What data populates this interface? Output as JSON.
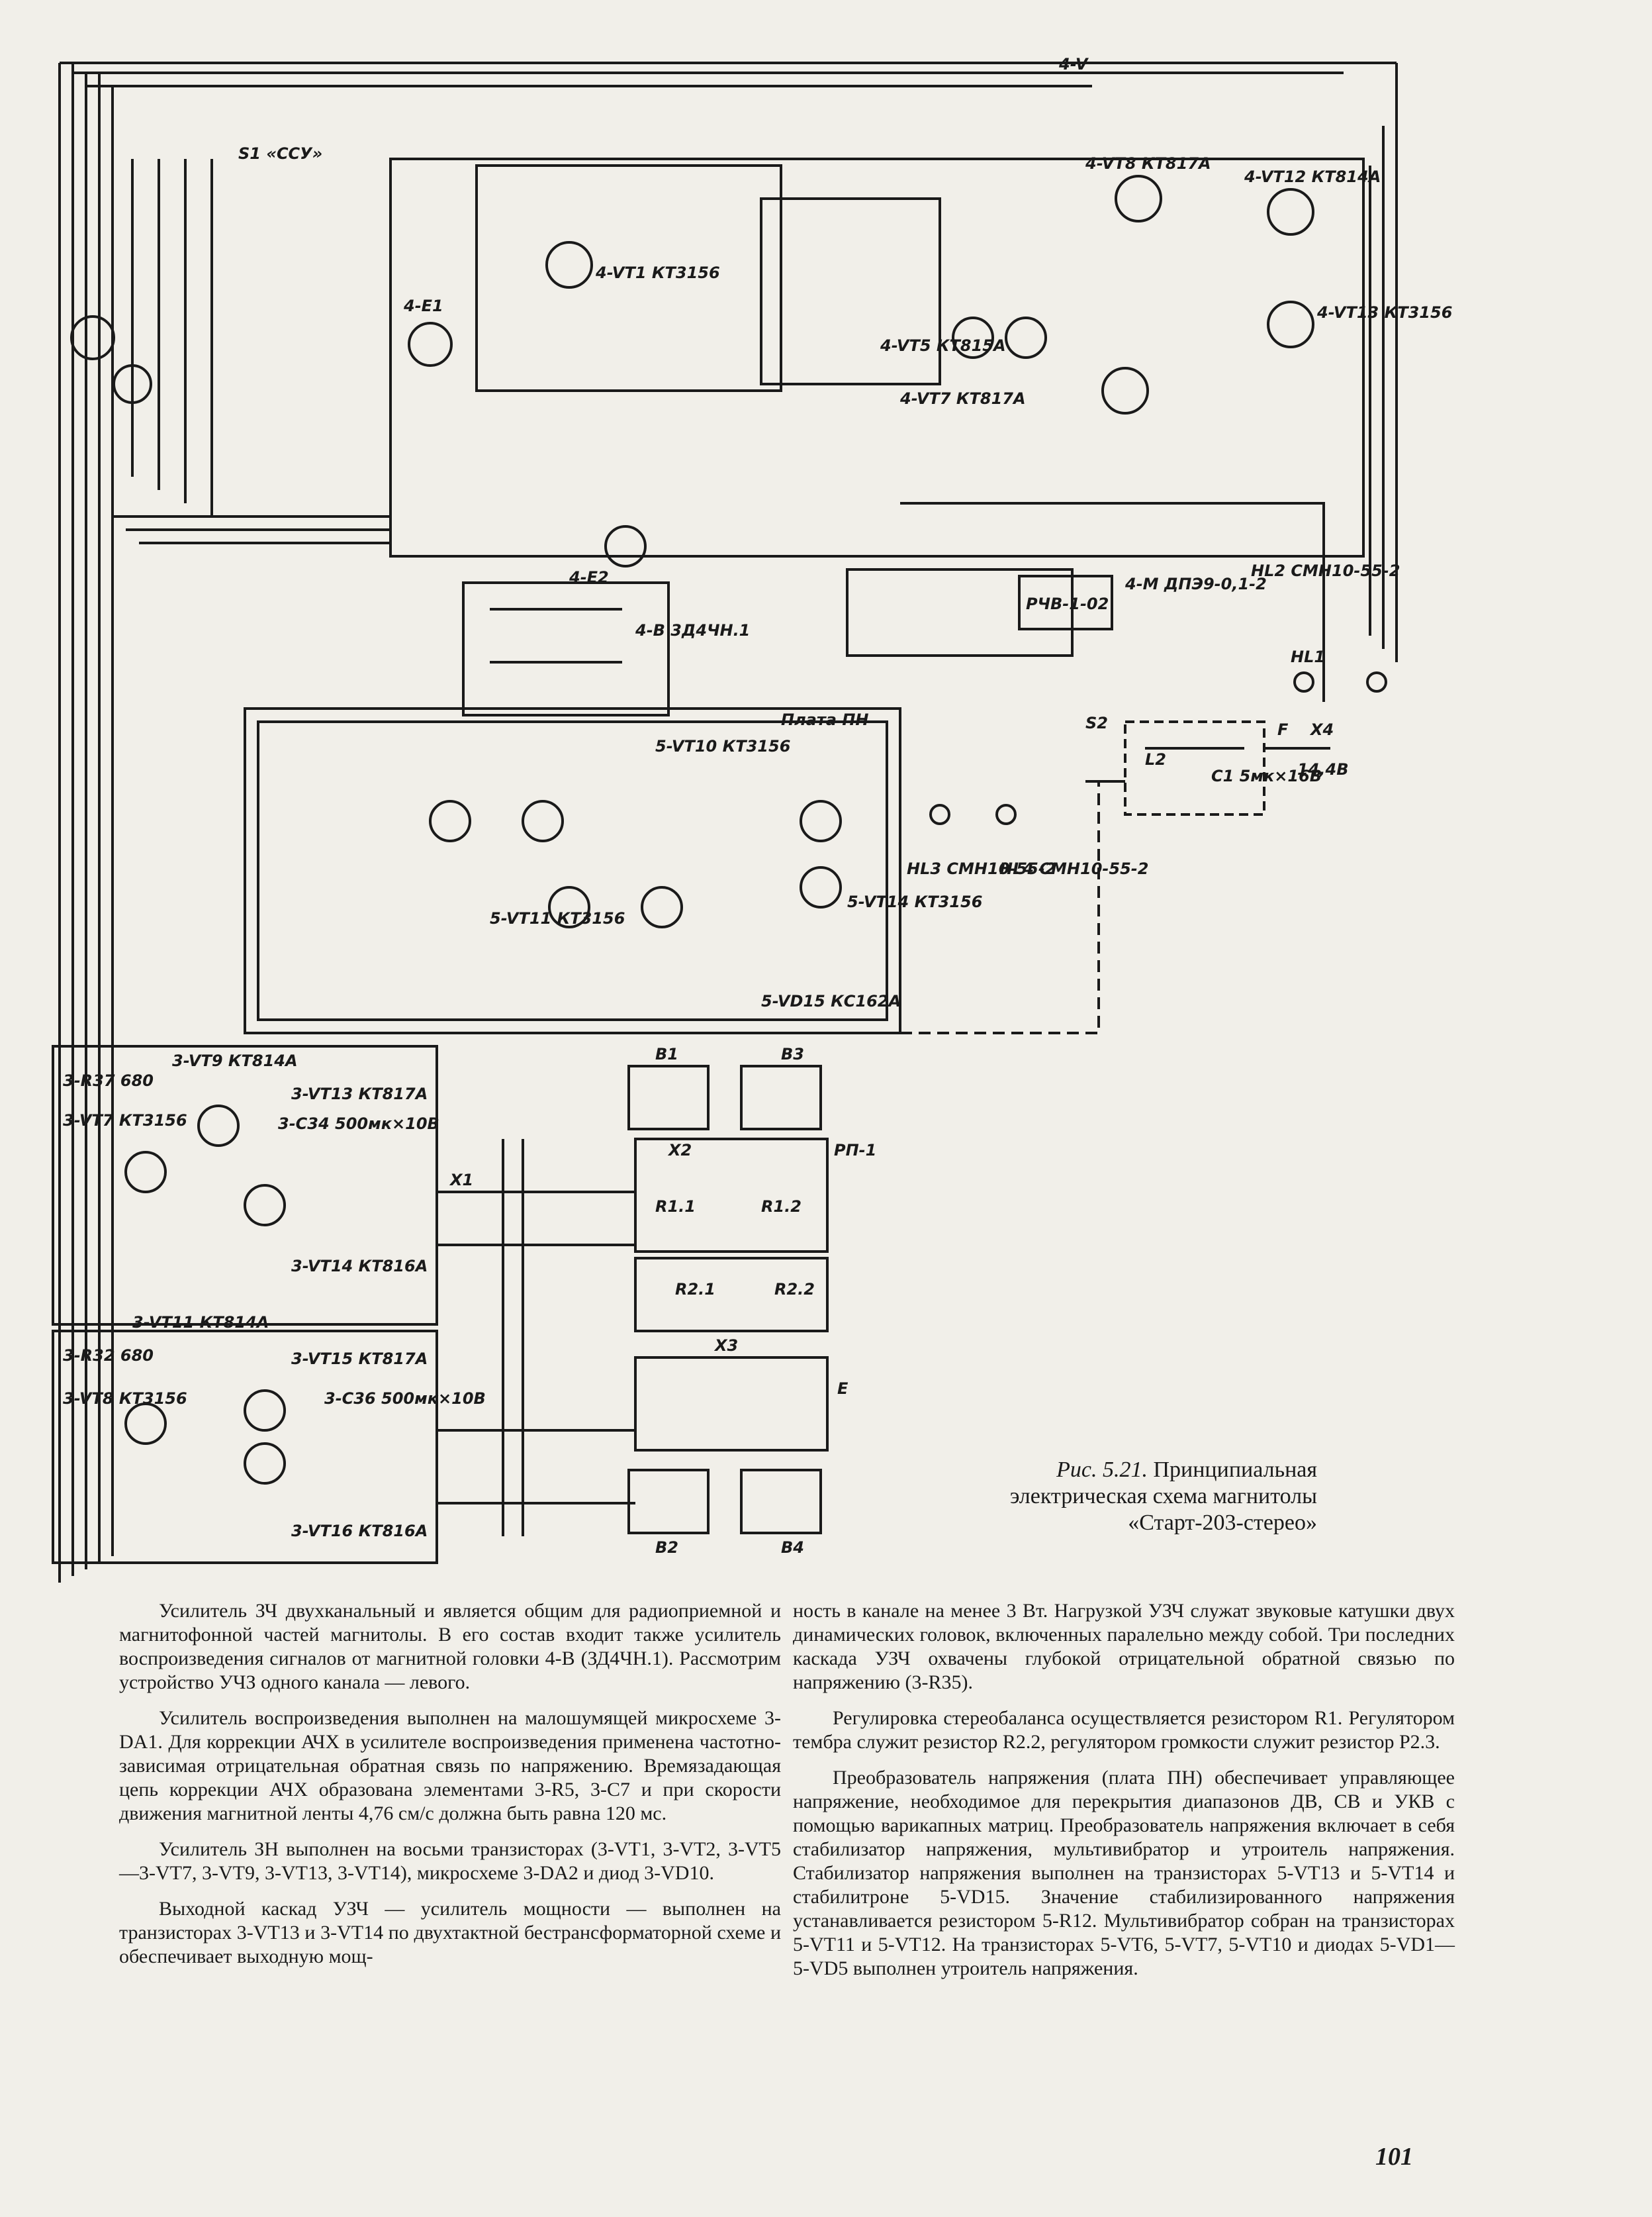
{
  "schematic": {
    "labels": {
      "switch_s1": "S1 «ССУ»",
      "relay_4v": "4-V",
      "board_pn": "Плата ПН",
      "board_rp1": "РП-1",
      "motor": "РЧВ-1-02",
      "motor_module": "4-М ДПЭ9-0,1-2",
      "head_4e1": "4-E1",
      "head_4e2": "4-E2",
      "head_4b": "4-B 3Д4ЧН.1",
      "switch_s2": "S2",
      "fuse_f": "F",
      "conn_x4": "X4",
      "voltage_14_4": "14,4В",
      "lamp_hl1": "HL1",
      "lamp_hl2": "HL2 СМН10-55-2",
      "lamp_hl3": "HL3 СМН10-55-2",
      "lamp_hl4": "HL4 СМН10-55-2",
      "choke_l2": "L2",
      "cap_c1": "C1 5мк×16В",
      "spk_b1": "B1",
      "spk_b2": "B2",
      "spk_b3": "B3",
      "spk_b4": "B4",
      "conn_x1": "X1",
      "conn_x2": "X2",
      "conn_x3": "X3",
      "res_r11": "R1.1",
      "res_r12": "R1.2",
      "res_r21": "R2.1",
      "res_r22": "R2.2",
      "block_e": "E",
      "t_4vt1": "4-VT1 КТ3156",
      "t_4vt8": "4-VT8 КТ817А",
      "t_4vt12": "4-VT12 КТ814А",
      "t_4vt13": "4-VT13 КТ3156",
      "t_4vt5": "4-VT5 КТ815А",
      "t_4vt7": "4-VT7 КТ817А",
      "t_5vt10": "5-VT10 КТ3156",
      "t_5vt11": "5-VT11 КТ3156",
      "t_5vt14": "5-VT14 КТ3156",
      "d_5vd15": "5-VD15 КС162А",
      "t_3vt9": "3-VT9 КТ814А",
      "t_3vt13": "3-VT13 КТ817А",
      "t_3vt14": "3-VT14 КТ816А",
      "t_3vt11": "3-VT11 КТ814А",
      "t_3vt15": "3-VT15 КТ817А",
      "t_3vt16": "3-VT16 КТ816А",
      "t_3vt7": "3-VT7 КТ3156",
      "t_3vt8": "3-VT8 КТ3156",
      "r_3r37": "3-R37 680",
      "r_3r32": "3-R32 680",
      "c_3c34": "3-C34 500мк×10В",
      "c_3c36": "3-C36 500мк×10В"
    }
  },
  "caption": {
    "fig": "Рис. 5.21.",
    "text": "Принципиальная электрическая схема магнитолы «Старт-203-стерео»"
  },
  "text": {
    "left": [
      "Усилитель ЗЧ двухканальный и является общим для радиоприемной и магнитофонной частей магнитолы. В его состав входит также усилитель воспроизведения сигналов от магнитной головки 4-В (ЗД4ЧН.1). Рассмотрим устройство УЧЗ одного канала — левого.",
      "Усилитель воспроизведения выполнен на малошумящей микросхеме 3-DA1. Для коррекции АЧХ в усилителе воспроизведения применена частотно-зависимая отрицательная обратная связь по напряжению. Времязадающая цепь коррекции АЧХ образована элементами 3-R5, 3-C7 и при скорости движения магнитной ленты 4,76 см/с должна быть равна 120 мс.",
      "Усилитель ЗН выполнен на восьми транзисторах (3-VT1, 3-VT2, 3-VT5—3-VT7, 3-VT9, 3-VT13, 3-VT14), микросхеме 3-DA2 и диод 3-VD10.",
      "Выходной каскад УЗЧ — усилитель мощности — выполнен на транзисторах 3-VT13 и 3-VT14 по двухтактной бестрансформаторной схеме и обеспечивает выходную мощ-"
    ],
    "right_first": "ность в канале на менее 3 Вт. Нагрузкой УЗЧ служат звуковые катушки двух динамических головок, включенных паралельно между собой. Три последних каскада УЗЧ охвачены глубокой отрицательной обратной связью по напряжению (3-R35).",
    "right": [
      "Регулировка стереобаланса осуществляется резистором R1. Регулятором тембра служит резистор R2.2, регулятором громкости служит резистор Р2.3.",
      "Преобразователь напряжения (плата ПН) обеспечивает управляющее напряжение, необходимое для перекрытия диапазонов ДВ, СВ и УКВ с помощью варикапных матриц. Преобразователь напряжения включает в себя стабилизатор напряжения, мультивибратор и утроитель напряжения. Стабилизатор напряжения выполнен на транзисторах 5-VT13 и 5-VT14 и стабилитроне 5-VD15. Значение стабилизированного напряжения устанавливается резистором 5-R12. Мультивибратор собран на транзисторах 5-VT11 и 5-VT12. На транзисторах 5-VT6, 5-VT7, 5-VT10 и диодах 5-VD1—5-VD5 выполнен утроитель напряжения."
    ]
  },
  "page_number": "101"
}
